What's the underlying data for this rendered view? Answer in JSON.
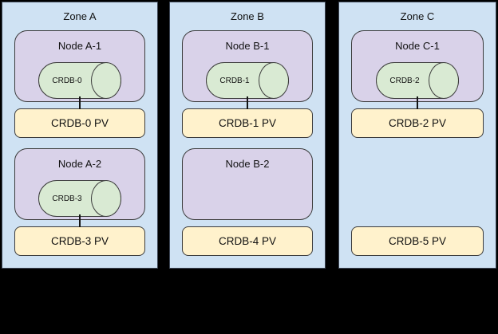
{
  "colors": {
    "background": "#000000",
    "zone_fill": "#cfe2f3",
    "zone_border": "#3d4655",
    "node_fill": "#d9d2e9",
    "cylinder_fill": "#d9ead3",
    "pv_fill": "#fff2cc",
    "shape_border": "#3c3c3c",
    "connector": "#141414"
  },
  "zones": [
    {
      "title": "Zone A",
      "node1": {
        "label": "Node A-1",
        "cylinder": "CRDB-0"
      },
      "pv1": {
        "label": "CRDB-0 PV"
      },
      "node2": {
        "label": "Node A-2",
        "cylinder": "CRDB-3"
      },
      "pv2": {
        "label": "CRDB-3 PV"
      }
    },
    {
      "title": "Zone B",
      "node1": {
        "label": "Node B-1",
        "cylinder": "CRDB-1"
      },
      "pv1": {
        "label": "CRDB-1 PV"
      },
      "node2": {
        "label": "Node B-2"
      },
      "pv2": {
        "label": "CRDB-4 PV"
      }
    },
    {
      "title": "Zone C",
      "node1": {
        "label": "Node C-1",
        "cylinder": "CRDB-2"
      },
      "pv1": {
        "label": "CRDB-2 PV"
      },
      "pv2": {
        "label": "CRDB-5 PV"
      }
    }
  ]
}
